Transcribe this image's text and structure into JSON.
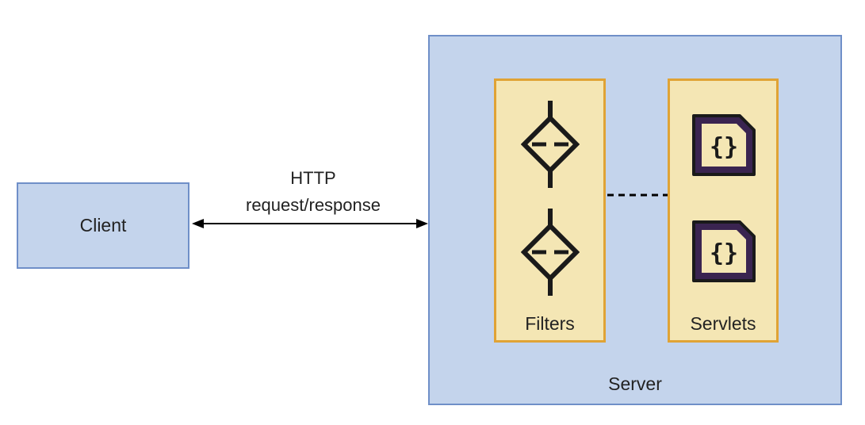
{
  "client": {
    "label": "Client"
  },
  "connection": {
    "line1": "HTTP",
    "line2": "request/response"
  },
  "server": {
    "label": "Server",
    "filters": {
      "label": "Filters",
      "icons": [
        "filter-icon",
        "filter-icon"
      ]
    },
    "servlets": {
      "label": "Servlets",
      "icons": [
        "code-file-icon",
        "code-file-icon"
      ]
    }
  },
  "colors": {
    "box_fill": "#c4d4ec",
    "box_border": "#6f8fc8",
    "column_fill": "#f4e6b4",
    "column_border": "#e0a335",
    "icon_stroke": "#1a1a1a",
    "code_icon_fill": "#3a2450"
  }
}
